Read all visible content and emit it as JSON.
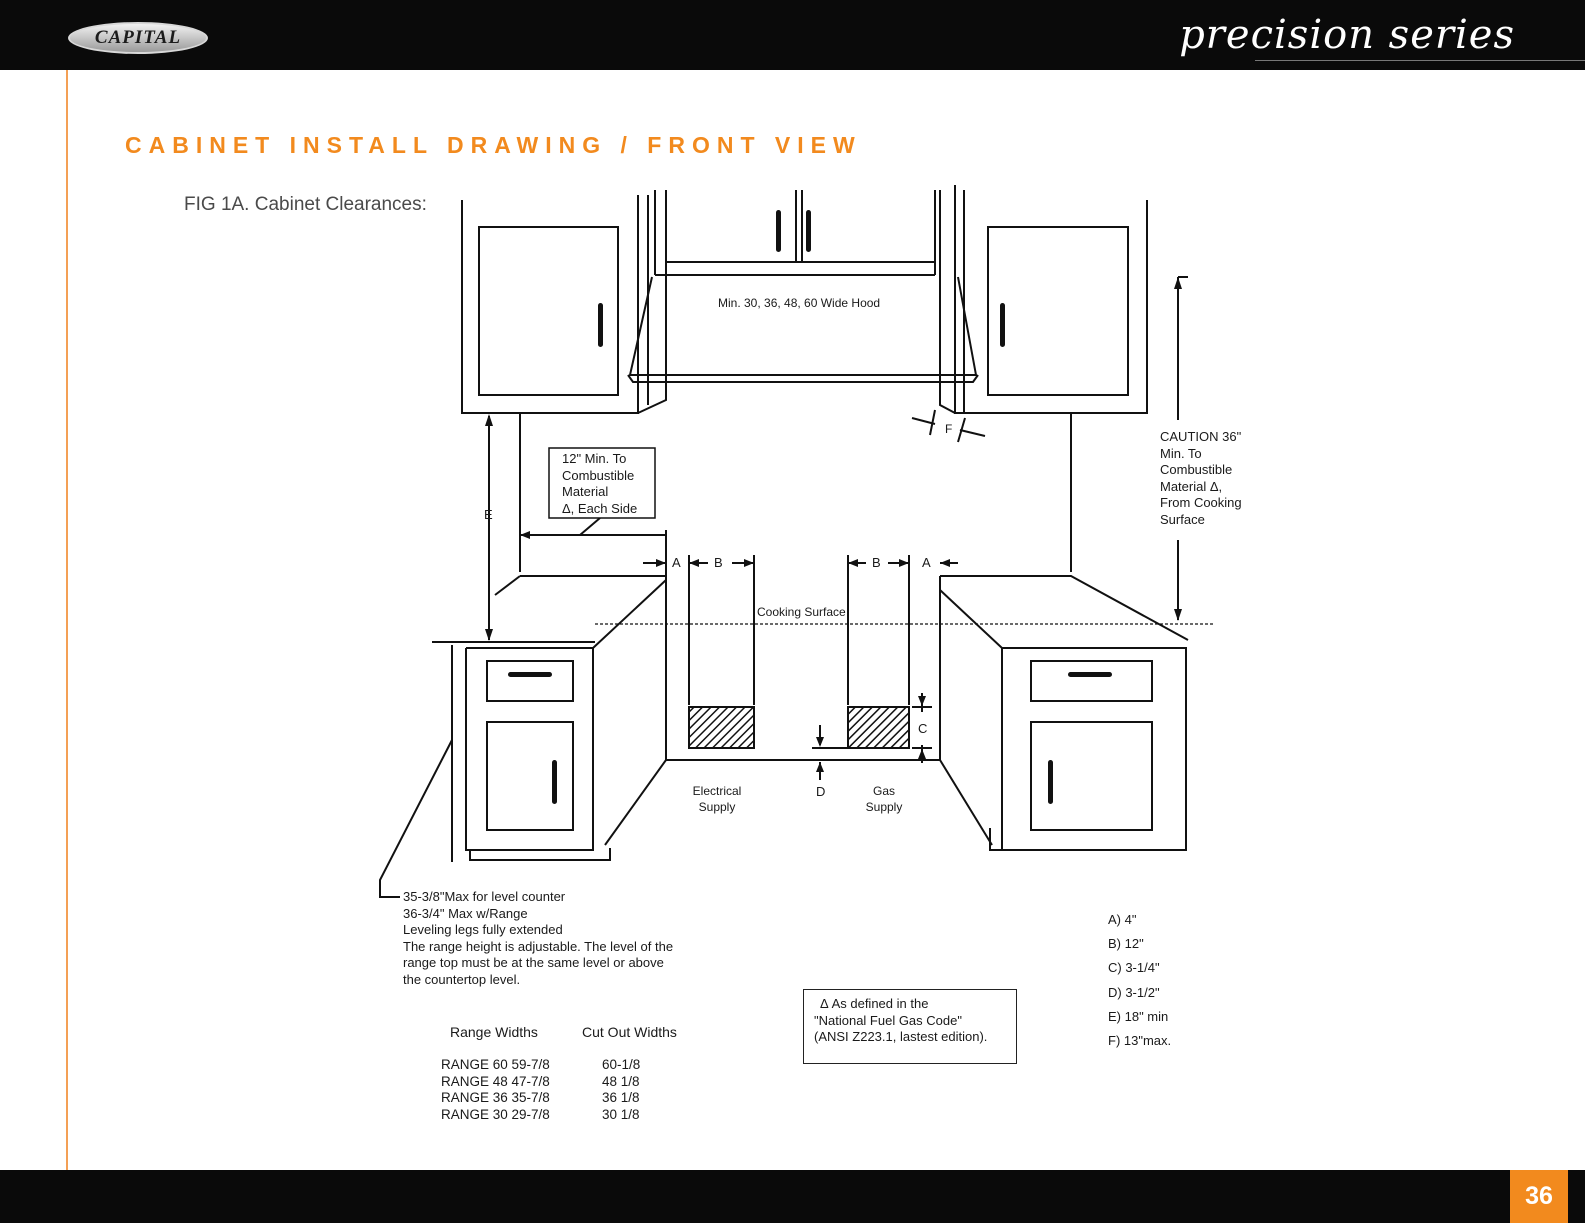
{
  "header": {
    "logo_text": "CAPITAL",
    "series": "precision series"
  },
  "heading": "CABINET INSTALL DRAWING / FRONT VIEW",
  "figure_caption": "FIG 1A. Cabinet Clearances:",
  "drawing": {
    "hood_label": "Min.  30, 36, 48, 60  Wide Hood",
    "combustible_note": [
      "12\" Min. To",
      "Combustible",
      "Material",
      "Δ, Each Side"
    ],
    "caution_note": [
      "CAUTION 36\"",
      "Min. To",
      "Combustible",
      "Material  Δ,",
      "From Cooking",
      "Surface"
    ],
    "cooking_surface": "Cooking Surface",
    "electrical_supply": [
      "Electrical",
      "Supply"
    ],
    "gas_supply": [
      "Gas",
      "Supply"
    ],
    "dim_letters": {
      "a": "A",
      "b": "B",
      "c": "C",
      "d": "D",
      "e": "E",
      "f": "F"
    }
  },
  "height_note": [
    "35-3/8\"Max for level counter",
    "36-3/4\" Max w/Range",
    "Leveling legs fully extended",
    "The range height is adjustable. The level of the",
    "range top must be at the same level or above",
    "the countertop level."
  ],
  "widths_table": {
    "headers": [
      "Range Widths",
      "Cut Out Widths"
    ],
    "rows": [
      {
        "range": "RANGE  60  59-7/8",
        "cutout": "60-1/8"
      },
      {
        "range": "RANGE  48  47-7/8",
        "cutout": "48 1/8"
      },
      {
        "range": "RANGE  36  35-7/8",
        "cutout": "36 1/8"
      },
      {
        "range": "RANGE  30  29-7/8",
        "cutout": "30 1/8"
      }
    ]
  },
  "definition_note": [
    "Δ  As defined in the",
    "\"National Fuel Gas Code\"",
    "(ANSI Z223.1, lastest edition)."
  ],
  "dimension_key": [
    "A)  4\"",
    "B)  12\"",
    "C)  3-1/4\"",
    "D)  3-1/2\"",
    "E)  18\" min",
    "F)  13\"max."
  ],
  "page_number": "36",
  "colors": {
    "accent": "#f28a1e",
    "bar": "#0a0a0a"
  }
}
